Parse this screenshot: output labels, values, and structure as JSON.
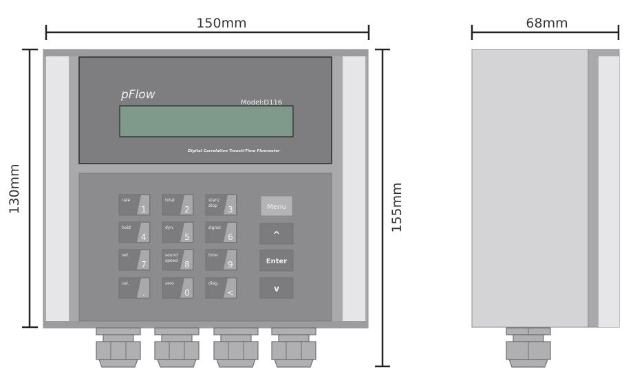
{
  "dimensions": {
    "front_width": "150mm",
    "front_height": "130mm",
    "total_height": "155mm",
    "side_depth": "68mm"
  },
  "display": {
    "brand": "pFlow",
    "model": "Model:D116",
    "tagline": "Digital Correlation Transit-Time Flowmeter"
  },
  "keypad": {
    "keys": [
      {
        "label": "rate",
        "num": "1"
      },
      {
        "label": "total",
        "num": "2"
      },
      {
        "label": "start/",
        "label2": "stop",
        "num": "3"
      },
      {
        "label": "hold",
        "num": "4"
      },
      {
        "label": "dyn.",
        "num": "5"
      },
      {
        "label": "signal",
        "num": "6"
      },
      {
        "label": "vel.",
        "num": "7"
      },
      {
        "label": "sound",
        "label2": "speed",
        "num": "8"
      },
      {
        "label": "time",
        "num": "9"
      },
      {
        "label": "cal.",
        "num": "."
      },
      {
        "label": "zero",
        "num": "0"
      },
      {
        "label": "diag.",
        "num": "<"
      }
    ],
    "menu": "Menu",
    "up": "^",
    "enter": "Enter",
    "down": "v"
  },
  "colors": {
    "body": "#a9a9ab",
    "panel": "#7e7e81",
    "lcd": "#7f9a8b",
    "side": "#d4d4d6"
  }
}
